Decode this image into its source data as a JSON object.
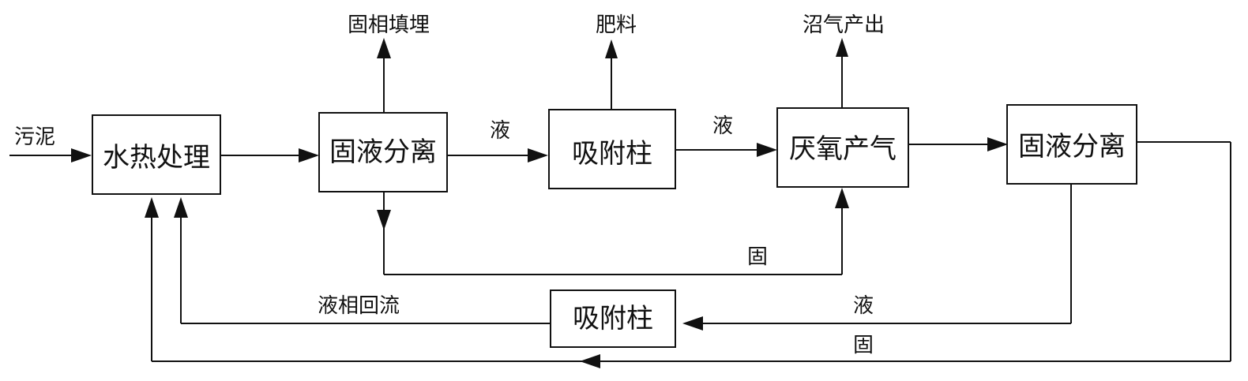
{
  "diagram": {
    "boxes": {
      "hydrothermal": "水热处理",
      "separation_1": "固液分离",
      "adsorption_1": "吸附柱",
      "anaerobic": "厌氧产气",
      "separation_2": "固液分离",
      "adsorption_2": "吸附柱"
    },
    "labels": {
      "input": "污泥",
      "solid_landfill": "固相填埋",
      "fertilizer": "肥料",
      "biogas": "沼气产出",
      "liquid_1": "液",
      "liquid_2": "液",
      "solid_to_anaerobic": "固",
      "liquid_reflux": "液相回流",
      "liquid_3": "液",
      "solid_return": "固"
    }
  }
}
